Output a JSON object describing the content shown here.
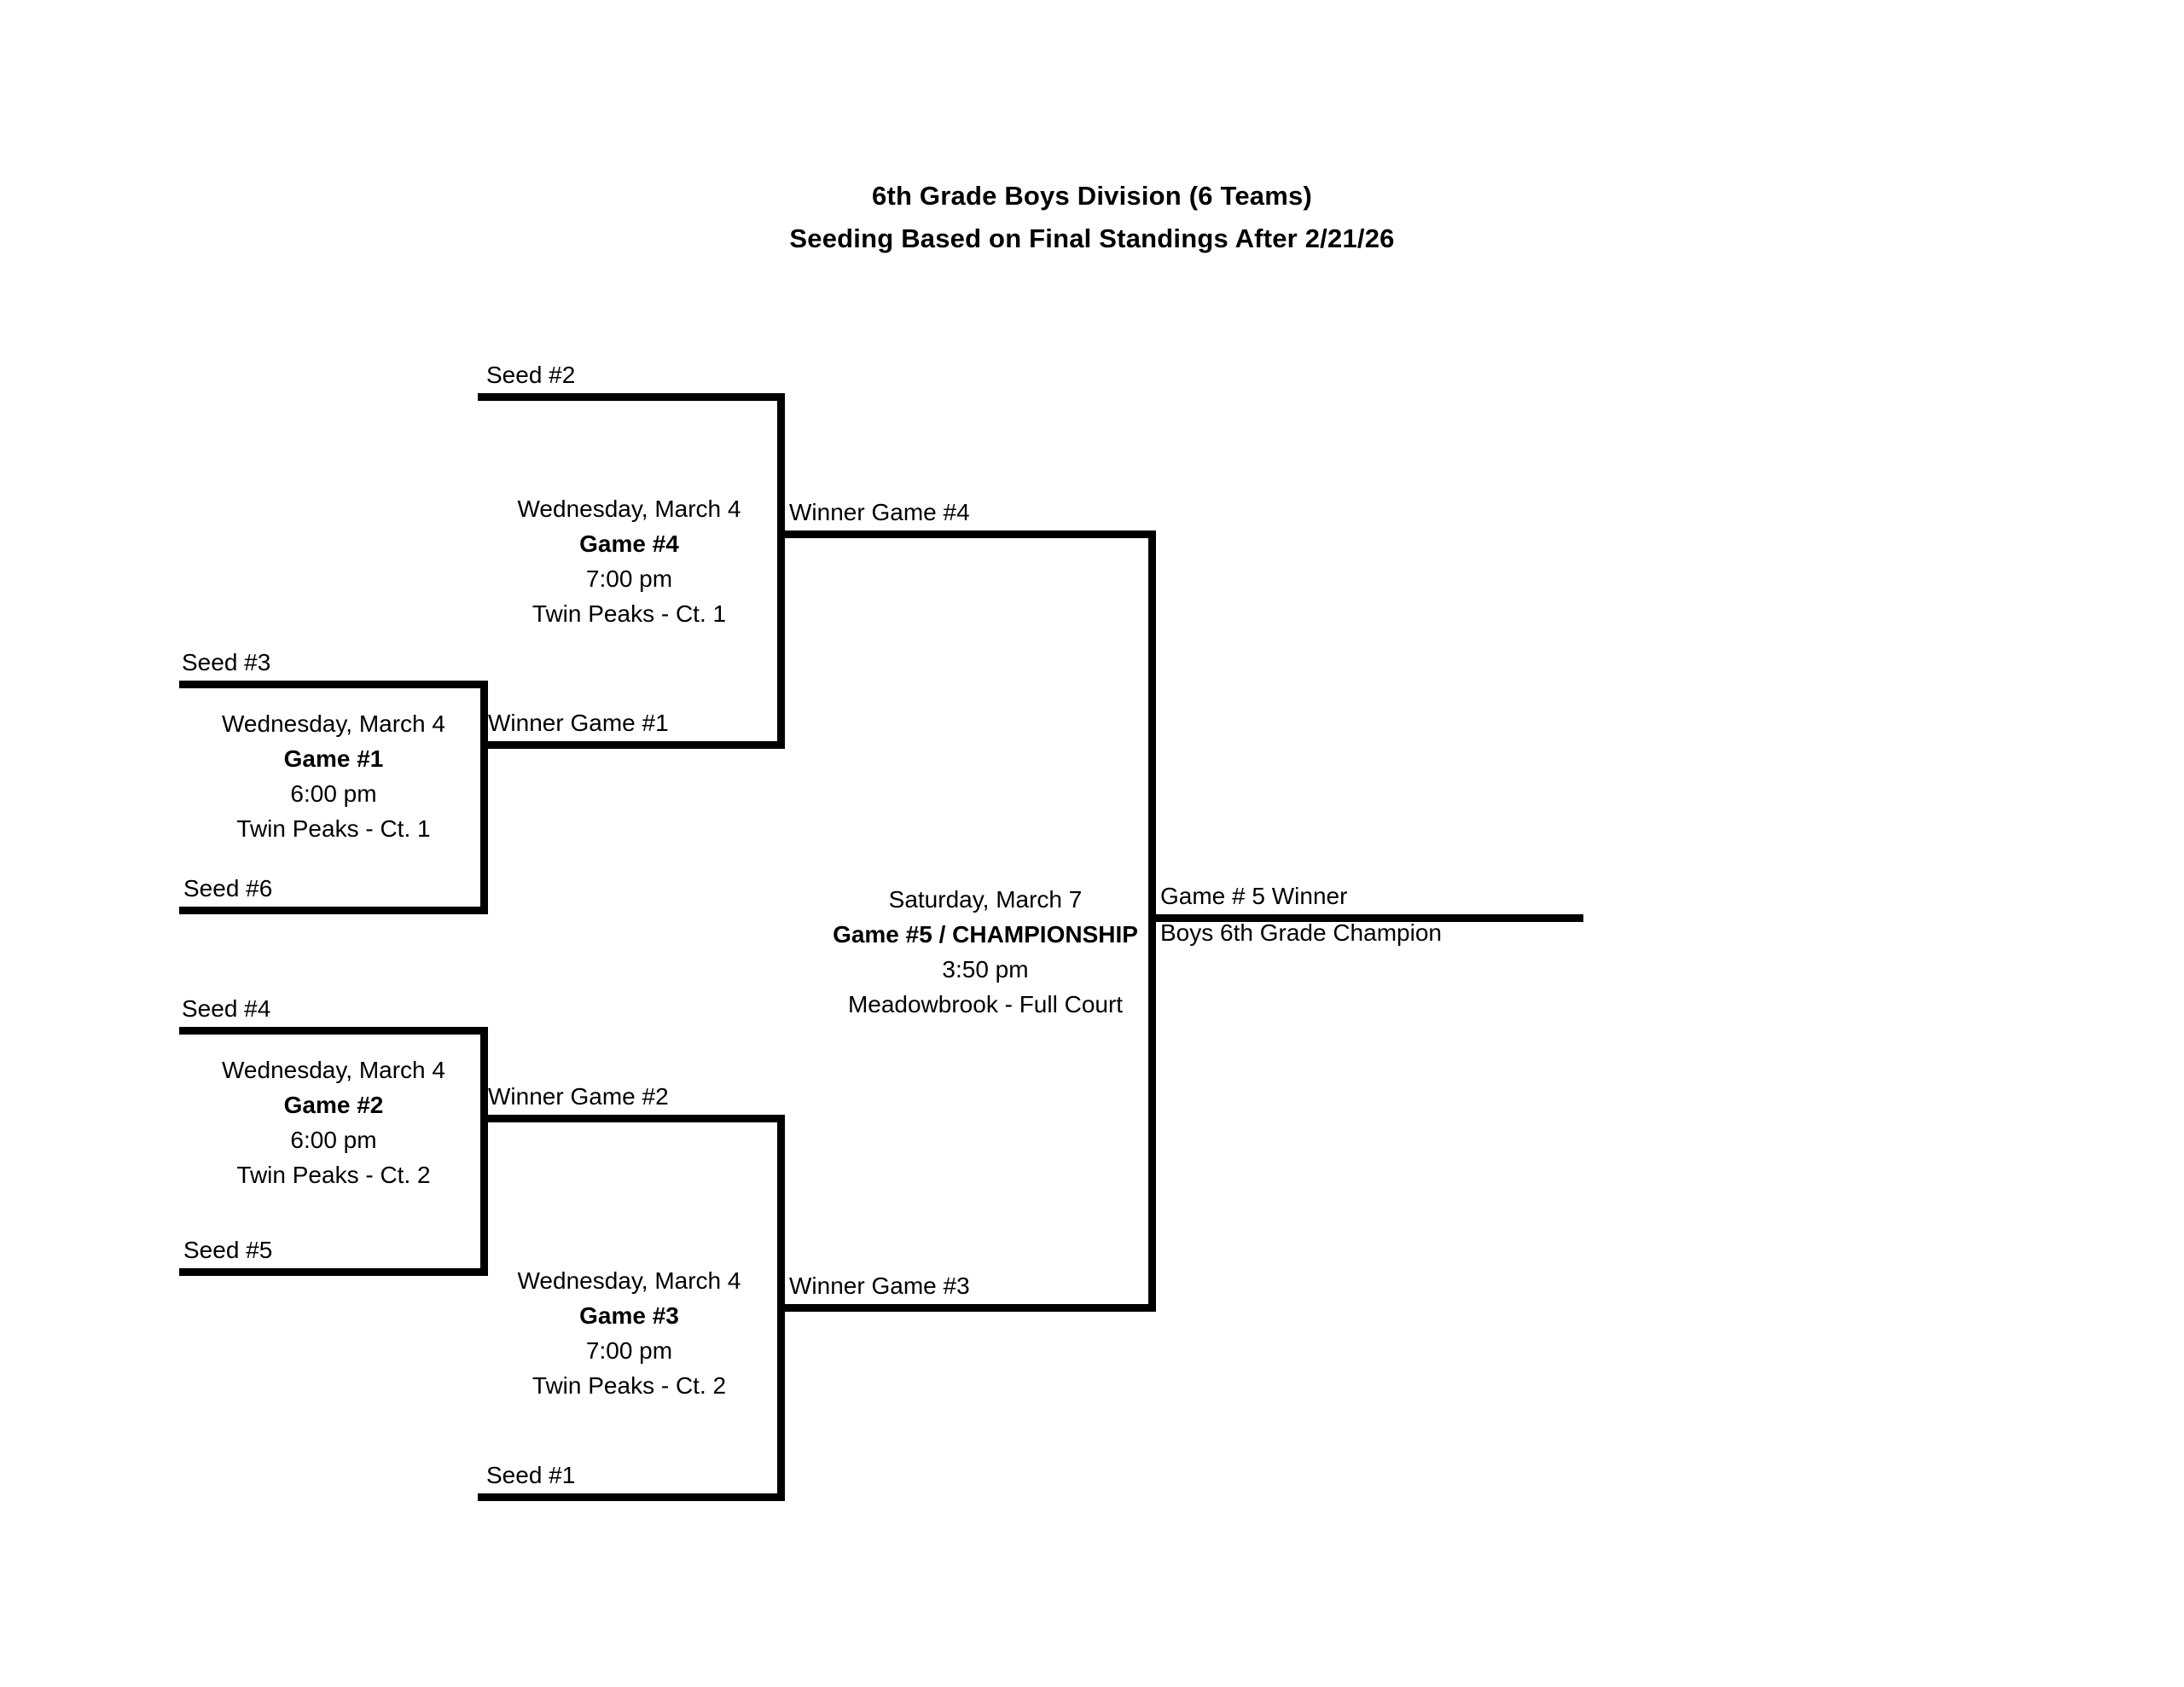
{
  "title": {
    "line1": "6th Grade Boys Division (6 Teams)",
    "line2": "Seeding Based on Final Standings After 2/21/26"
  },
  "seeds": {
    "seed1": "Seed #1",
    "seed2": "Seed #2",
    "seed3": "Seed #3",
    "seed4": "Seed #4",
    "seed5": "Seed #5",
    "seed6": "Seed #6"
  },
  "winner_labels": {
    "game1": "Winner Game #1",
    "game2": "Winner Game #2",
    "game3": "Winner Game #3",
    "game4": "Winner Game #4",
    "game5": "Game # 5 Winner"
  },
  "champion_label": "Boys 6th Grade Champion",
  "games": [
    {
      "id": "game-1",
      "date": "Wednesday, March 4",
      "name": "Game #1",
      "time": "6:00 pm",
      "location": "Twin Peaks - Ct. 1",
      "participants": [
        "Seed #3",
        "Seed #6"
      ],
      "winner_to": "Winner Game #1"
    },
    {
      "id": "game-2",
      "date": "Wednesday, March 4",
      "name": "Game #2",
      "time": "6:00 pm",
      "location": "Twin Peaks - Ct. 2",
      "participants": [
        "Seed #4",
        "Seed #5"
      ],
      "winner_to": "Winner Game #2"
    },
    {
      "id": "game-3",
      "date": "Wednesday, March 4",
      "name": "Game #3",
      "time": "7:00 pm",
      "location": "Twin Peaks - Ct. 2",
      "participants": [
        "Winner Game #2",
        "Seed #1"
      ],
      "winner_to": "Winner Game #3"
    },
    {
      "id": "game-4",
      "date": "Wednesday, March 4",
      "name": "Game #4",
      "time": "7:00 pm",
      "location": "Twin Peaks - Ct. 1",
      "participants": [
        "Seed #2",
        "Winner Game #1"
      ],
      "winner_to": "Winner Game #4"
    },
    {
      "id": "game-5",
      "date": "Saturday, March 7",
      "name": "Game #5 / CHAMPIONSHIP",
      "time": "3:50 pm",
      "location": "Meadowbrook - Full Court",
      "participants": [
        "Winner Game #4",
        "Winner Game #3"
      ],
      "winner_to": "Game # 5 Winner"
    }
  ],
  "colors": {
    "line": "#000000",
    "background": "#ffffff",
    "text": "#000000"
  }
}
